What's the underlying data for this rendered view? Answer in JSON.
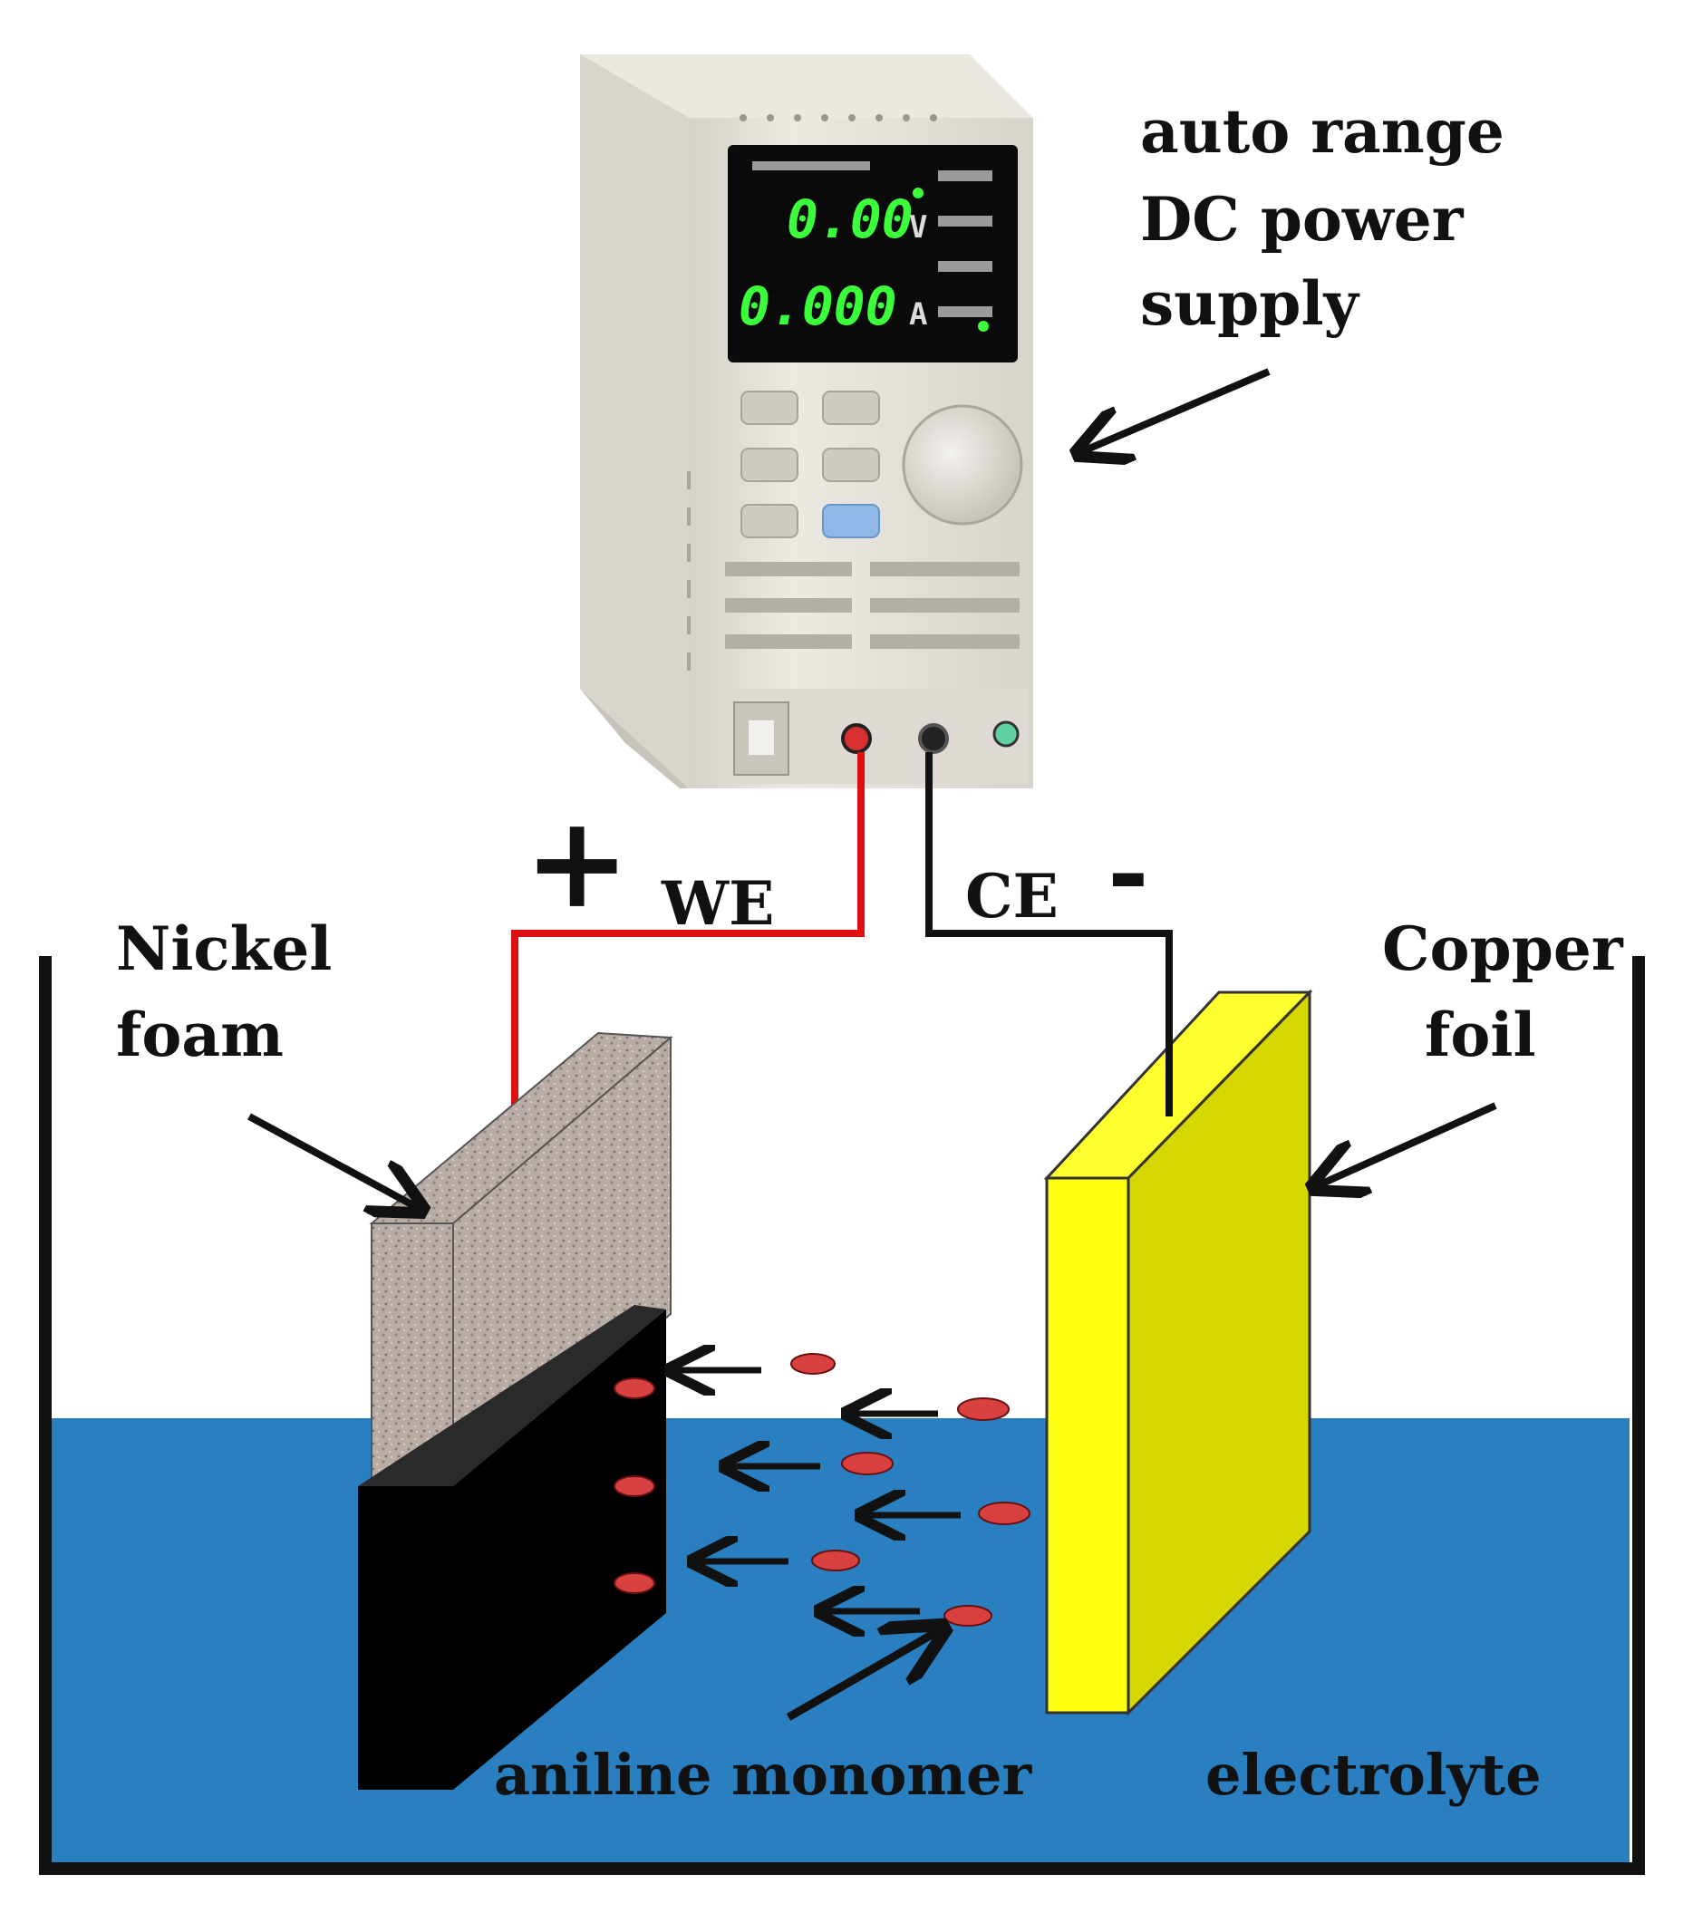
{
  "labels": {
    "power_supply_line1": "auto range",
    "power_supply_line2": "DC power",
    "power_supply_line3": "supply",
    "plus_sign": "+",
    "minus_sign": "-",
    "working_electrode": "WE",
    "counter_electrode": "CE",
    "nickel_line1": "Nickel",
    "nickel_line2": "foam",
    "copper_line1": "Copper",
    "copper_line2": "foil",
    "monomer": "aniline monomer",
    "electrolyte": "electrolyte"
  },
  "display": {
    "voltage": "0.00",
    "voltage_unit": "V",
    "current": "0.000",
    "current_unit": "A"
  },
  "colors": {
    "electrolyte": "#2a7fc0",
    "copper_foil": "#e6e600",
    "nickel_foam": "#b8aca4",
    "deposit": "#000000",
    "positive_wire": "#e01010",
    "negative_wire": "#111111",
    "monomer": "#d94040",
    "display_digits": "#3cff3c",
    "supply_body": "#e4e0d8"
  },
  "icons": {
    "supply_knob": "knob-icon",
    "positive_terminal": "terminal-red-icon",
    "negative_terminal": "terminal-black-icon",
    "ground_terminal": "terminal-green-icon"
  }
}
